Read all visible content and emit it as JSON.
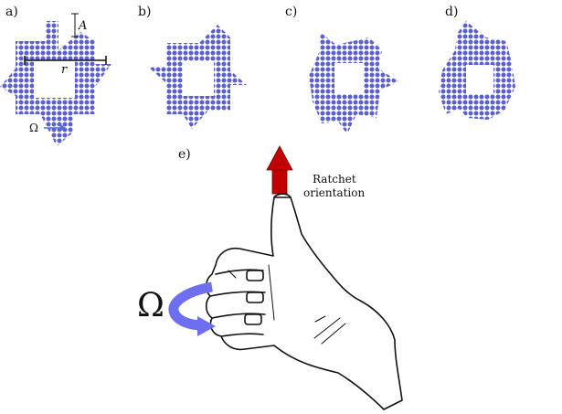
{
  "panels": {
    "a": {
      "label": "a)",
      "amplitude_label": "A",
      "radius_label": "r",
      "omega_label": "Ω"
    },
    "b": {
      "label": "b)"
    },
    "c": {
      "label": "c)"
    },
    "d": {
      "label": "d)"
    },
    "e": {
      "label": "e)",
      "omega_label": "Ω",
      "ratchet_label_line1": "Ratchet",
      "ratchet_label_line2": "orientation"
    }
  },
  "colors": {
    "particle": "#5b5fd1",
    "arrow_red": "#c00000",
    "rotation_arrow": "#6d6ff0",
    "omega_small_arrow": "#4f6fd9"
  },
  "icons": [
    "hand-thumbs-up-icon"
  ]
}
